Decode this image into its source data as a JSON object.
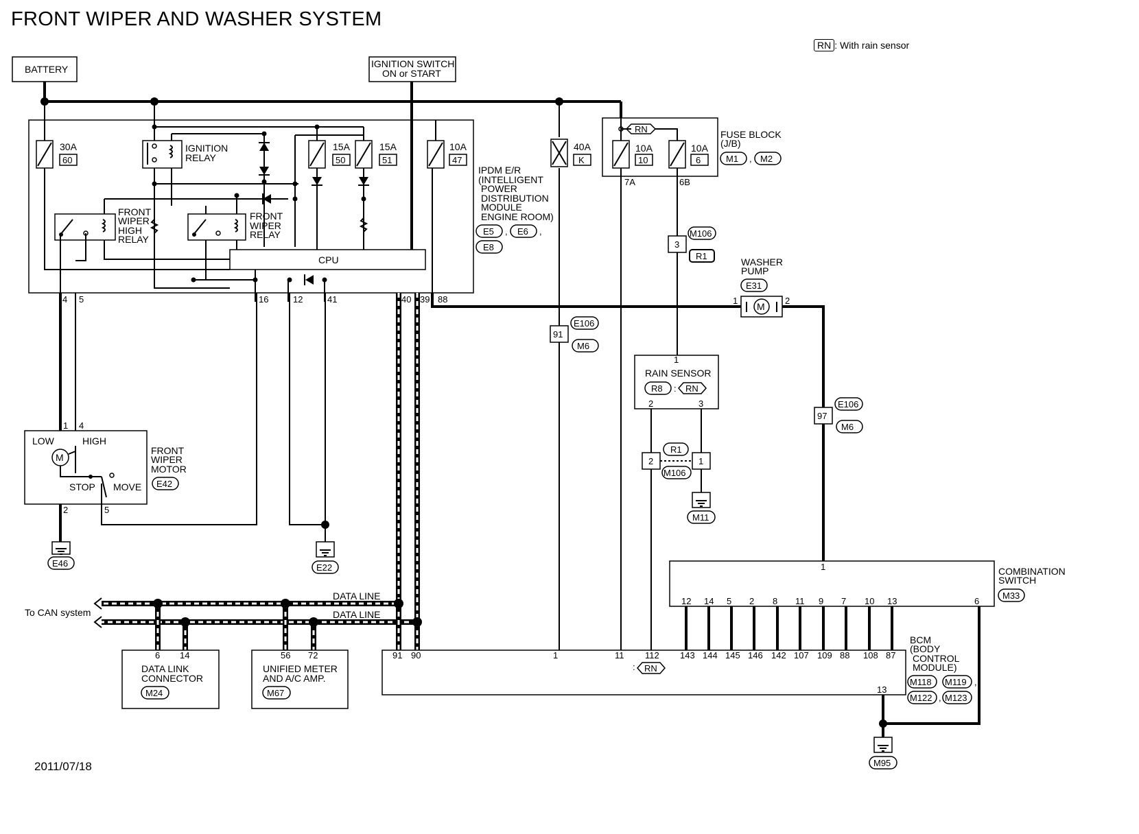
{
  "title": "FRONT WIPER AND WASHER SYSTEM",
  "date": "2011/07/18",
  "legend": {
    "tag": "RN",
    "text": ": With rain sensor"
  },
  "battery": "BATTERY",
  "ignition": {
    "line1": "IGNITION SWITCH",
    "line2": "ON or START"
  },
  "ipdm": {
    "lines": [
      "IPDM E/R",
      "(INTELLIGENT",
      "POWER",
      "DISTRIBUTION",
      "MODULE",
      "ENGINE ROOM)"
    ],
    "connectors": [
      "E5",
      "E6",
      "E8"
    ],
    "fuses": [
      {
        "amp": "30A",
        "num": "60"
      },
      {
        "amp": "15A",
        "num": "50"
      },
      {
        "amp": "15A",
        "num": "51"
      },
      {
        "amp": "10A",
        "num": "47"
      }
    ],
    "ignition_relay": [
      "IGNITION",
      "RELAY"
    ],
    "high_relay": [
      "FRONT",
      "WIPER",
      "HIGH",
      "RELAY"
    ],
    "wiper_relay": [
      "FRONT",
      "WIPER",
      "RELAY"
    ],
    "cpu": "CPU",
    "pins": [
      "4",
      "5",
      "16",
      "12",
      "41",
      "40",
      "39",
      "88"
    ]
  },
  "fusible_link": {
    "amp": "40A",
    "id": "K"
  },
  "fuse_block": {
    "lines": [
      "FUSE BLOCK",
      "(J/B)"
    ],
    "connectors": [
      "M1",
      "M2"
    ],
    "fuses": [
      {
        "amp": "10A",
        "num": "10"
      },
      {
        "amp": "10A",
        "num": "6"
      }
    ],
    "pins": [
      "7A",
      "6B"
    ],
    "tag": "RN"
  },
  "joints": {
    "m106": {
      "pin": "3",
      "c1": "M106",
      "c2": "R1"
    },
    "e106_91": {
      "pin": "91",
      "c1": "E106",
      "c2": "M6"
    },
    "e106_97": {
      "pin": "97",
      "c1": "E106",
      "c2": "M6"
    },
    "r1_pair": {
      "left": "2",
      "right": "1",
      "c1": "R1",
      "c2": "M106"
    }
  },
  "washer_pump": {
    "lines": [
      "WASHER",
      "PUMP"
    ],
    "connector": "E31",
    "pins": [
      "1",
      "2"
    ],
    "symbol": "M"
  },
  "rain_sensor": {
    "name": "RAIN SENSOR",
    "connector": "R8",
    "sep": ":",
    "tag": "RN",
    "pins": [
      "1",
      "2",
      "3"
    ]
  },
  "wiper_motor": {
    "lines": [
      "FRONT",
      "WIPER",
      "MOTOR"
    ],
    "connector": "E42",
    "low": "LOW",
    "high": "HIGH",
    "stop": "STOP",
    "move": "MOVE",
    "symbol": "M",
    "pins": [
      "1",
      "4",
      "2",
      "5"
    ]
  },
  "grounds": [
    "E46",
    "E22",
    "M11",
    "M95"
  ],
  "can": {
    "label": "To CAN system",
    "data_line": "DATA LINE"
  },
  "data_link": {
    "lines": [
      "DATA LINK",
      "CONNECTOR"
    ],
    "connector": "M24",
    "pins": [
      "6",
      "14"
    ]
  },
  "meter": {
    "lines": [
      "UNIFIED METER",
      "AND A/C AMP."
    ],
    "connector": "M67",
    "pins": [
      "56",
      "72"
    ]
  },
  "combination_switch": {
    "lines": [
      "COMBINATION",
      "SWITCH"
    ],
    "connector": "M33",
    "top_pin": "1",
    "pins": [
      "12",
      "14",
      "5",
      "2",
      "8",
      "11",
      "9",
      "7",
      "10",
      "13",
      "6"
    ]
  },
  "bcm": {
    "lines": [
      "BCM",
      "(BODY",
      "CONTROL",
      "MODULE)"
    ],
    "connectors": [
      "M118",
      "M119",
      "M122",
      "M123"
    ],
    "pins": [
      "91",
      "90",
      "1",
      "11",
      "112",
      "143",
      "144",
      "145",
      "146",
      "142",
      "107",
      "109",
      "88",
      "108",
      "87",
      "13"
    ],
    "tag_prefix": ":",
    "tag": "RN"
  }
}
